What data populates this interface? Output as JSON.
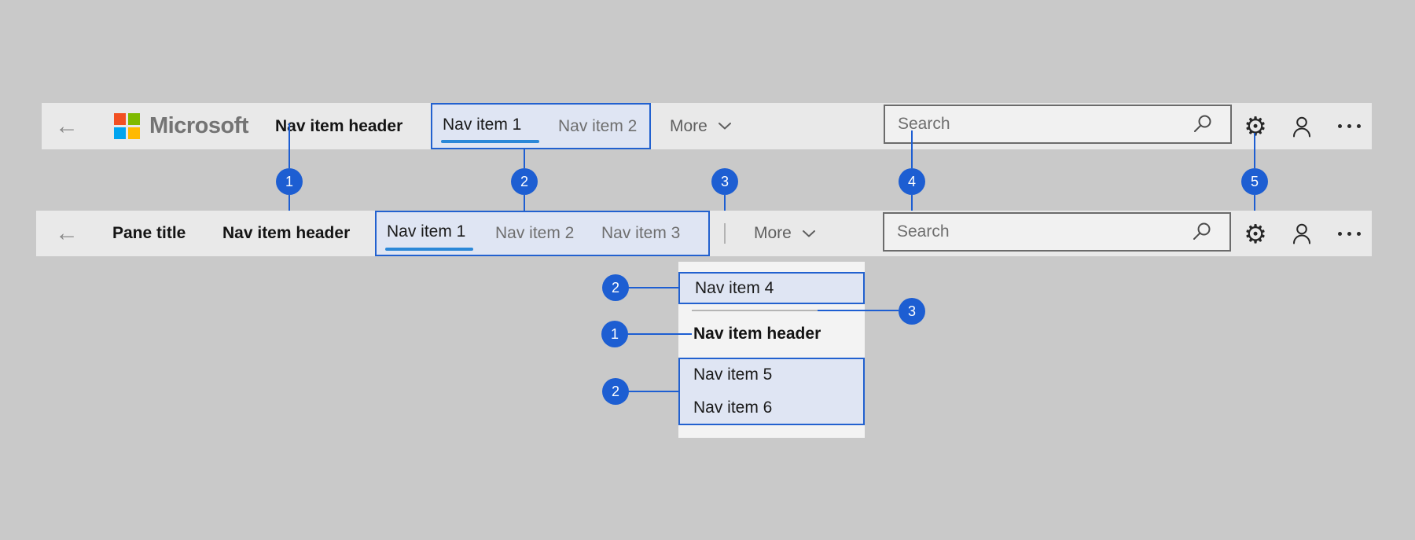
{
  "icons": {
    "back_arrow": "←",
    "gear": "⚙"
  },
  "colors": {
    "page_bg": "#c9c9c9",
    "bar_bg": "#e9e9e9",
    "panel_bg": "#f3f3f3",
    "highlight_fill": "#dfe5f3",
    "highlight_border": "#2261cf",
    "callout_blue": "#1d5ed2",
    "accent_underline": "#2b88d8",
    "search_border": "#6b6b6b",
    "ms_logo_red": "#f25022",
    "ms_logo_green": "#7fba00",
    "ms_logo_blue": "#00a4ef",
    "ms_logo_yellow": "#ffb900"
  },
  "top_bar": {
    "brand": "Microsoft",
    "nav_header": "Nav item header",
    "nav_items": [
      "Nav item 1",
      "Nav item 2"
    ],
    "more_label": "More",
    "search_placeholder": "Search"
  },
  "pane_bar": {
    "pane_title": "Pane title",
    "nav_header": "Nav item header",
    "nav_items": [
      "Nav item 1",
      "Nav item 2",
      "Nav item 3"
    ],
    "more_label": "More",
    "search_placeholder": "Search"
  },
  "dropdown": {
    "item4": "Nav item 4",
    "header": "Nav item header",
    "item5": "Nav item 5",
    "item6": "Nav item 6"
  },
  "callouts": {
    "row": [
      "1",
      "2",
      "3",
      "4",
      "5"
    ],
    "dropdown": [
      "2",
      "1",
      "2",
      "3"
    ]
  }
}
